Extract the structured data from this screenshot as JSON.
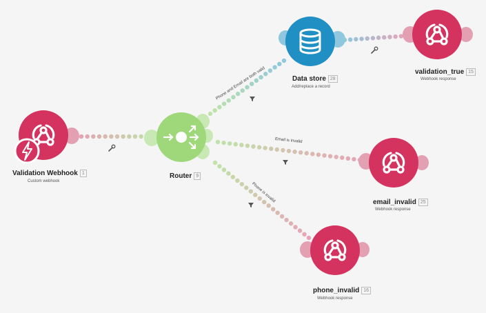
{
  "scenario": {
    "modules": [
      {
        "key": "validation_webhook",
        "title": "Validation Webhook",
        "id": "1",
        "subtitle": "Custom webhook",
        "color": "#d4325f",
        "icon": "webhook-icon",
        "trigger_icon": "lightning-bolt-icon"
      },
      {
        "key": "router",
        "title": "Router",
        "id": "9",
        "subtitle": "",
        "color": "#9fd87a",
        "icon": "router-arrows-icon"
      },
      {
        "key": "data_store",
        "title": "Data store",
        "id": "28",
        "subtitle": "Add/replace a record",
        "color": "#1f8fc4",
        "icon": "database-icon"
      },
      {
        "key": "validation_true",
        "title": "validation_true",
        "id": "15",
        "subtitle": "Webhook response",
        "color": "#d4325f",
        "icon": "webhook-icon"
      },
      {
        "key": "email_invalid",
        "title": "email_invalid",
        "id": "25",
        "subtitle": "Webhook response",
        "color": "#d4325f",
        "icon": "webhook-icon"
      },
      {
        "key": "phone_invalid",
        "title": "phone_invalid",
        "id": "16",
        "subtitle": "Webhook response",
        "color": "#d4325f",
        "icon": "webhook-icon"
      }
    ],
    "routes": [
      {
        "key": "phone_email_valid",
        "label": "Phone and Email are both valid",
        "icon": "filter-icon"
      },
      {
        "key": "email_invalid_route",
        "label": "Email is invalid",
        "icon": "filter-icon"
      },
      {
        "key": "phone_invalid_route",
        "label": "Phone is invalid",
        "icon": "filter-icon"
      }
    ],
    "connections": [
      {
        "key": "webhook_to_router",
        "icon": "wrench-icon"
      },
      {
        "key": "datastore_to_validation_true",
        "icon": "wrench-icon"
      }
    ]
  }
}
